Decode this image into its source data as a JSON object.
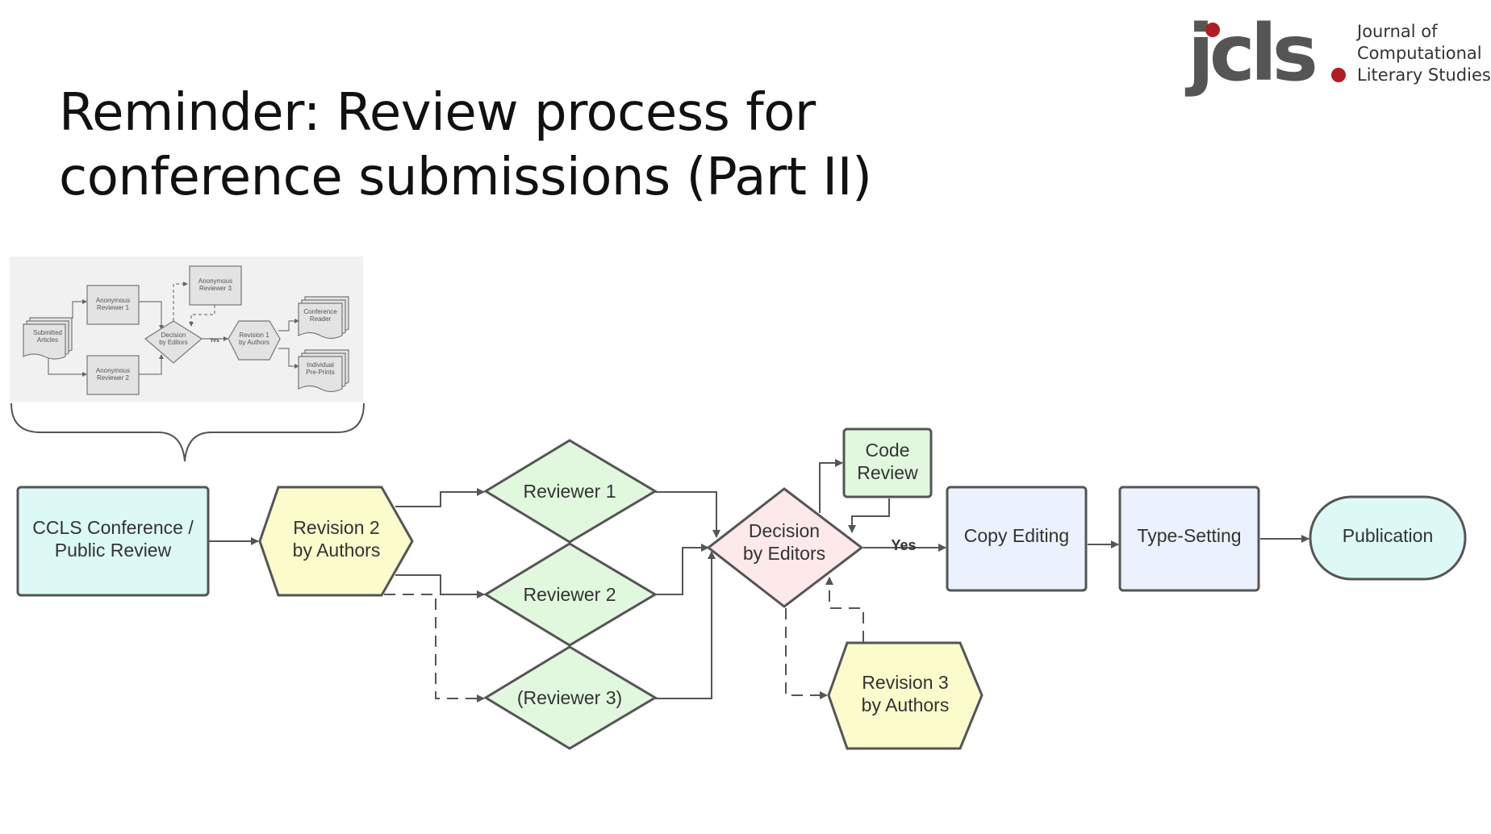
{
  "slide": {
    "title": "Reminder: Review process for conference submissions (Part II)"
  },
  "logo": {
    "wordmark": "jcls",
    "line1": "Journal of",
    "line2": "Computational",
    "line3": "Literary Studies",
    "accent_color": "#b01c21"
  },
  "thumbnail": {
    "submitted_articles": [
      "Submitted",
      "Articles"
    ],
    "anon_reviewer_1": [
      "Anonymous",
      "Reviewer 1"
    ],
    "anon_reviewer_2": [
      "Anonymous",
      "Reviewer 2"
    ],
    "anon_reviewer_3": [
      "Anonymous",
      "Reviewer 3"
    ],
    "decision": [
      "Decision",
      "by Editors"
    ],
    "yes": "Yes",
    "revision_1": [
      "Revision 1",
      "by Authors"
    ],
    "conference_reader": [
      "Conference",
      "Reader"
    ],
    "individual_preprints": [
      "Individual",
      "Pre-Prints"
    ]
  },
  "flow": {
    "ccls": [
      "CCLS Conference /",
      "Public Review"
    ],
    "revision_2": [
      "Revision 2",
      "by Authors"
    ],
    "reviewer_1": "Reviewer 1",
    "reviewer_2": "Reviewer 2",
    "reviewer_3": "(Reviewer 3)",
    "decision": [
      "Decision",
      "by Editors"
    ],
    "code_review": [
      "Code",
      "Review"
    ],
    "yes": "Yes",
    "revision_3": [
      "Revision 3",
      "by Authors"
    ],
    "copy_editing": "Copy Editing",
    "type_setting": "Type-Setting",
    "publication": "Publication"
  },
  "colors": {
    "cyan": "#dcf9f5",
    "yellow": "#fbfbcc",
    "green": "#e1f8de",
    "pink": "#fde8ea",
    "blue": "#ebf2fd",
    "stroke": "#555555"
  }
}
